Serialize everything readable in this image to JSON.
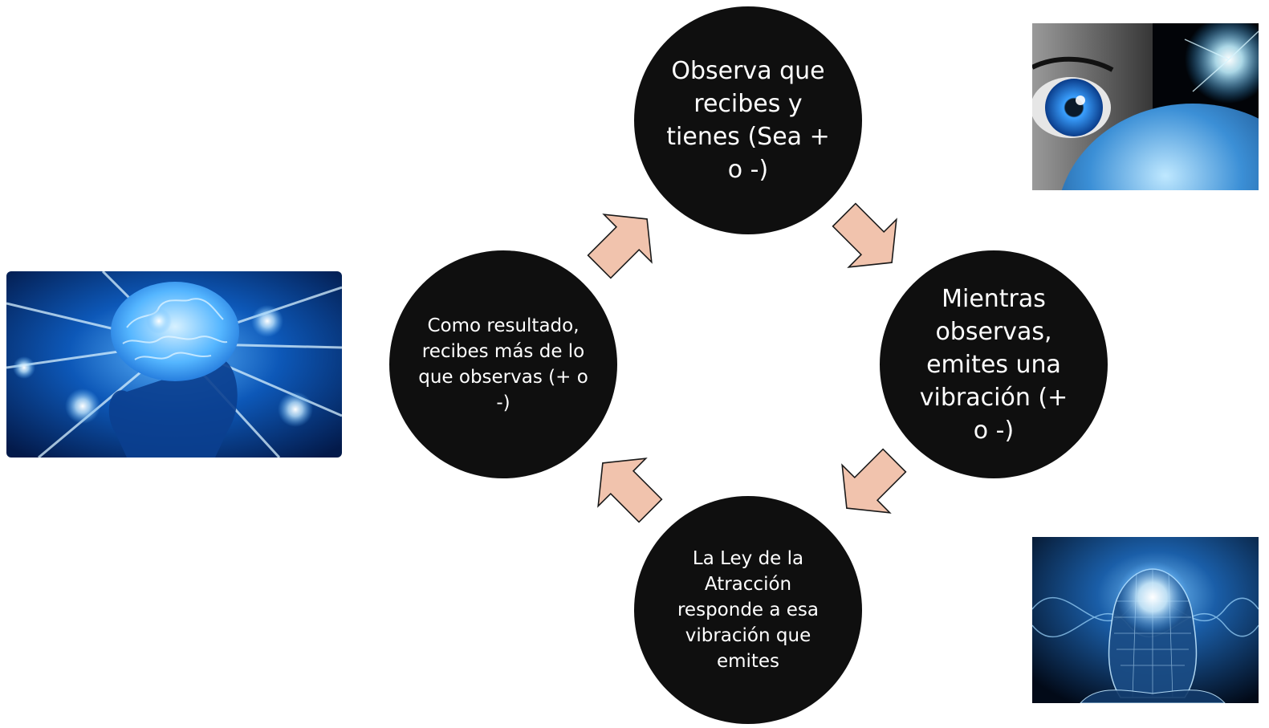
{
  "diagram": {
    "type": "cycle",
    "nodes": [
      {
        "id": "top",
        "label": "Observa que recibes y tienes (Sea + o -)"
      },
      {
        "id": "right",
        "label": "Mientras observas, emites una vibración (+ o -)"
      },
      {
        "id": "bottom",
        "label": "La Ley de la Atracción responde a esa vibración que emites"
      },
      {
        "id": "left",
        "label": "Como resultado, recibes más de lo que observas (+ o -)"
      }
    ],
    "edges": [
      {
        "from": "top",
        "to": "right"
      },
      {
        "from": "right",
        "to": "bottom"
      },
      {
        "from": "bottom",
        "to": "left"
      },
      {
        "from": "left",
        "to": "top"
      }
    ],
    "colors": {
      "node_fill": "#0f0f0f",
      "node_text": "#ffffff",
      "arrow_fill": "#f1c3ad",
      "arrow_stroke": "#1a1a1a"
    }
  },
  "images": [
    {
      "id": "brain-left",
      "subject": "glowing blue brain in a human head"
    },
    {
      "id": "eye-earth",
      "subject": "blue eye over planet earth with light burst"
    },
    {
      "id": "head-wireframe",
      "subject": "glowing wireframe human head with waves"
    }
  ]
}
